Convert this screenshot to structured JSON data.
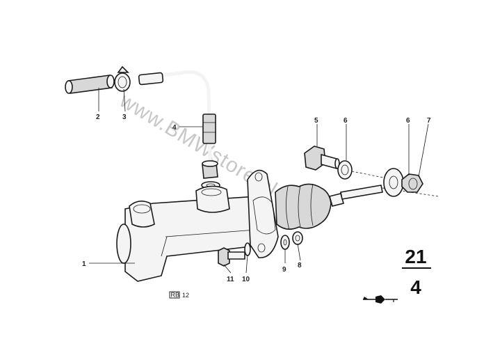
{
  "watermark": "www.BMWstore.pl",
  "callouts": {
    "p1": "1",
    "p2": "2",
    "p3": "3",
    "p4": "4",
    "p5": "5",
    "p6a": "6",
    "p6b": "6",
    "p7": "7",
    "p8": "8",
    "p9": "9",
    "p10": "10",
    "p11": "11"
  },
  "group": {
    "main": "21",
    "sub": "4"
  },
  "footer": {
    "badge": "RB",
    "code": "12"
  }
}
